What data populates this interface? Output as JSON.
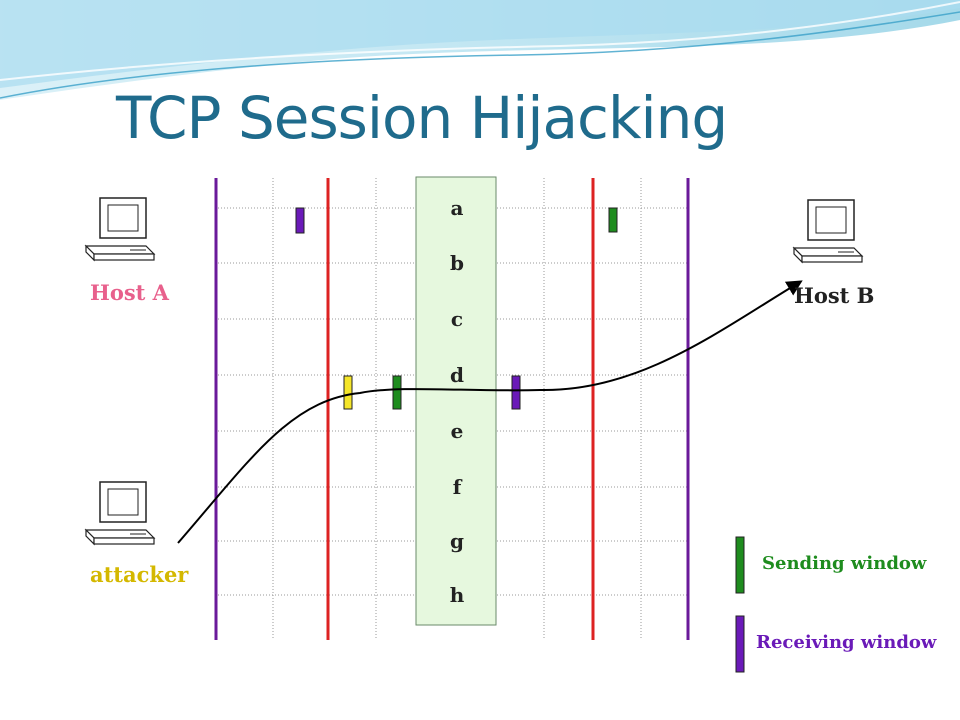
{
  "title": "TCP Session Hijacking",
  "hosts": {
    "host_a": "Host A",
    "host_b": "Host B",
    "attacker": "attacker"
  },
  "buffer_letters": [
    "a",
    "b",
    "c",
    "d",
    "e",
    "f",
    "g",
    "h"
  ],
  "legend": {
    "sending": "Sending window",
    "receiving": "Receiving window"
  },
  "colors": {
    "title": "#1f6b8c",
    "host_label": "#e8608c",
    "attacker_label": "#d4b800",
    "boundary_line": "#6a1a9a",
    "inner_line": "#dd2222",
    "sending_window": "#1e8c1e",
    "receiving_window": "#6a1ab8",
    "attacker_window": "#f5e62a",
    "legend_sending_text": "#1e8c1e",
    "legend_receiving_text": "#6a1ab8"
  }
}
